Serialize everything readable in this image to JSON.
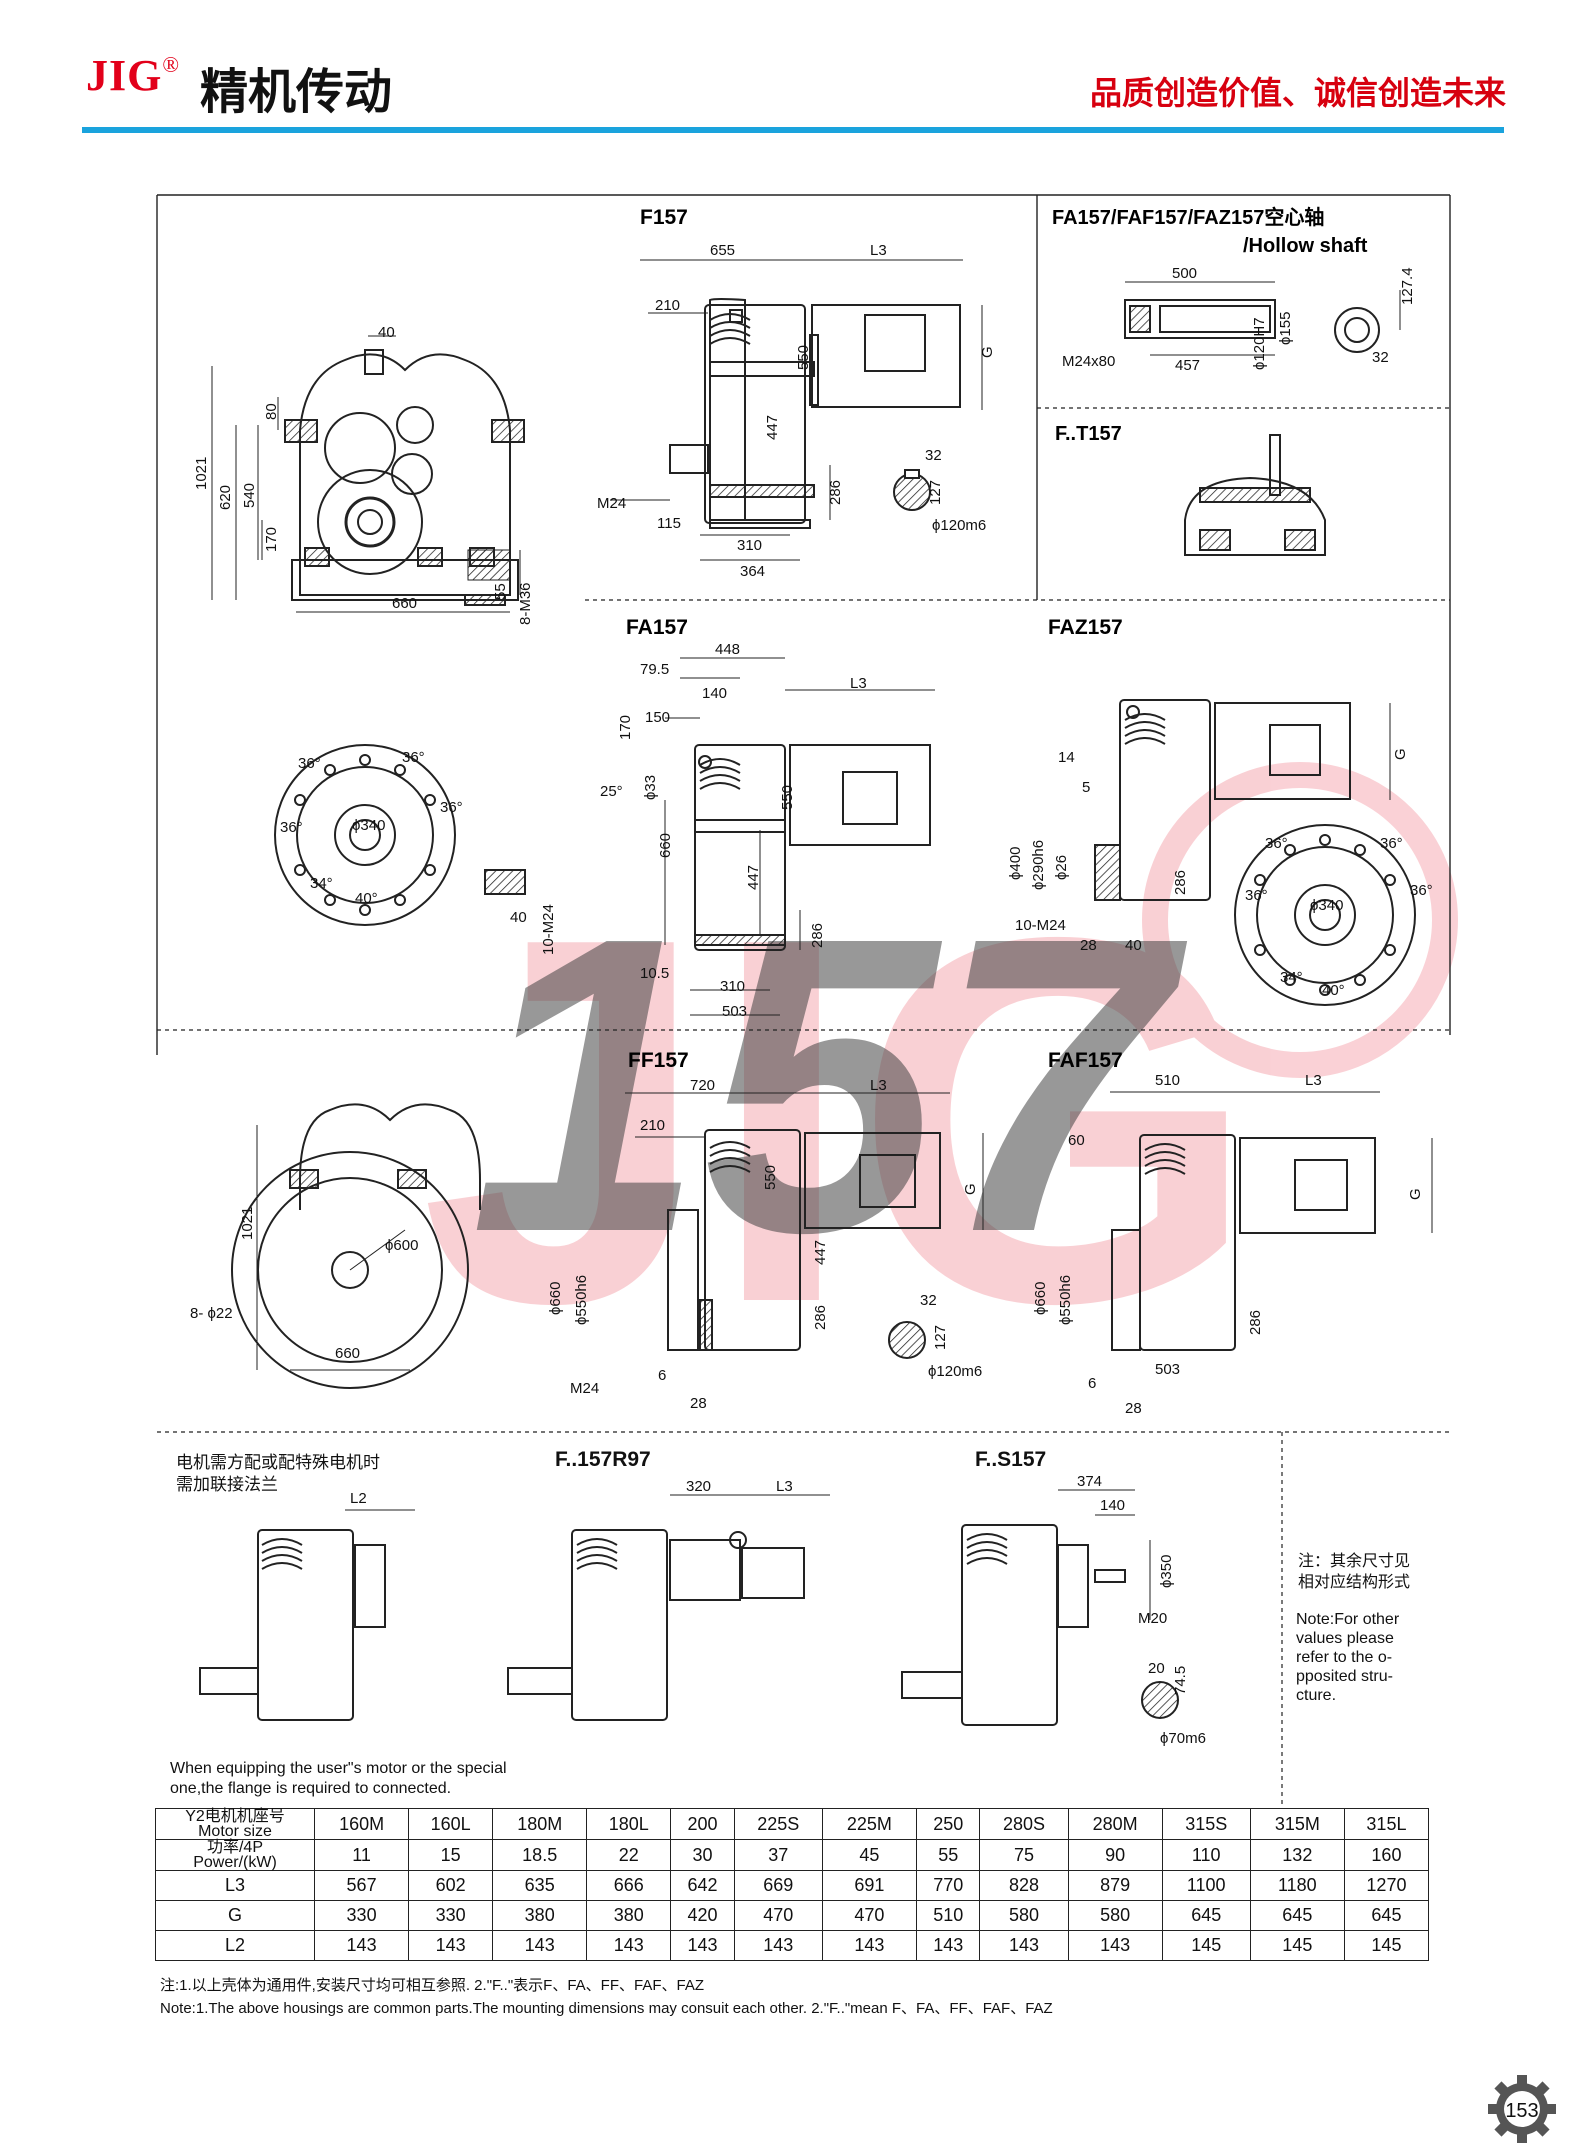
{
  "header": {
    "brand": "JIG",
    "brand_mark": "®",
    "brand_cn": "精机传动",
    "slogan": "品质创造价值、诚信创造未来"
  },
  "watermark": {
    "model": "157",
    "logo_letters": "JIG"
  },
  "views": {
    "F157": {
      "title": "F157",
      "dims": [
        "655",
        "L3",
        "210",
        "40",
        "80",
        "540",
        "620",
        "1021",
        "170",
        "660",
        "55",
        "8-M36",
        "550",
        "447",
        "286",
        "G",
        "M24",
        "115",
        "310",
        "364",
        "32",
        "127",
        "ϕ120m6"
      ]
    },
    "hollow": {
      "title": "FA157/FAF157/FAZ157空心轴",
      "subtitle": "/Hollow shaft",
      "dims": [
        "500",
        "457",
        "M24x80",
        "ϕ120H7",
        "ϕ155",
        "127.4",
        "32"
      ]
    },
    "FT157": {
      "title": "F..T157"
    },
    "FA157": {
      "title": "FA157",
      "dims": [
        "448",
        "79.5",
        "140",
        "L3",
        "150",
        "170",
        "25°",
        "ϕ33",
        "660",
        "550",
        "447",
        "286",
        "10.5",
        "310",
        "503",
        "36°",
        "34°",
        "40°",
        "ϕ340",
        "40",
        "10-M24"
      ]
    },
    "FAZ157": {
      "title": "FAZ157",
      "dims": [
        "14",
        "5",
        "ϕ400",
        "ϕ290h6",
        "ϕ26",
        "10-M24",
        "28",
        "40",
        "286",
        "G",
        "36°",
        "34°",
        "40°",
        "ϕ340"
      ]
    },
    "FF157": {
      "title": "FF157",
      "dims": [
        "720",
        "L3",
        "210",
        "550",
        "447",
        "286",
        "G",
        "ϕ660",
        "ϕ550h6",
        "M24",
        "6",
        "28",
        "32",
        "127",
        "ϕ120m6",
        "1021",
        "660",
        "8- ϕ22",
        "ϕ600"
      ]
    },
    "FAF157": {
      "title": "FAF157",
      "dims": [
        "510",
        "L3",
        "60",
        "G",
        "ϕ660",
        "ϕ550h6",
        "286",
        "503",
        "6",
        "28"
      ]
    },
    "adapter": {
      "title_line1": "电机需方配或配特殊电机时",
      "title_line2": "需加联接法兰",
      "dims": [
        "L2"
      ],
      "note_en_1": "When equipping the user\"s motor or the special",
      "note_en_2": "one,the flange is required to connected."
    },
    "FR97": {
      "title": "F..157R97",
      "dims": [
        "320",
        "L3"
      ]
    },
    "FS157": {
      "title": "F..S157",
      "dims": [
        "374",
        "140",
        "ϕ350",
        "M20",
        "20",
        "74.5",
        "ϕ70m6"
      ]
    }
  },
  "side_note": {
    "cn_1": "注：其余尺寸见",
    "cn_2": "相对应结构形式",
    "en": [
      "Note:For other",
      "values please",
      "refer to the o-",
      "pposited stru-",
      "cture."
    ]
  },
  "table": {
    "row_headers": [
      {
        "cn": "Y2电机机座号",
        "en": "Motor size"
      },
      {
        "cn": "功率/4P",
        "en": "Power/(kW)"
      },
      {
        "cn": "L3",
        "en": ""
      },
      {
        "cn": "G",
        "en": ""
      },
      {
        "cn": "L2",
        "en": ""
      }
    ],
    "columns": [
      "160M",
      "160L",
      "180M",
      "180L",
      "200",
      "225S",
      "225M",
      "250",
      "280S",
      "280M",
      "315S",
      "315M",
      "315L"
    ],
    "power": [
      "11",
      "15",
      "18.5",
      "22",
      "30",
      "37",
      "45",
      "55",
      "75",
      "90",
      "110",
      "132",
      "160"
    ],
    "L3": [
      "567",
      "602",
      "635",
      "666",
      "642",
      "669",
      "691",
      "770",
      "828",
      "879",
      "1100",
      "1180",
      "1270"
    ],
    "G": [
      "330",
      "330",
      "380",
      "380",
      "420",
      "470",
      "470",
      "510",
      "580",
      "580",
      "645",
      "645",
      "645"
    ],
    "L2": [
      "143",
      "143",
      "143",
      "143",
      "143",
      "143",
      "143",
      "143",
      "143",
      "143",
      "145",
      "145",
      "145"
    ]
  },
  "footer": {
    "note_cn": "注:1.以上壳体为通用件,安装尺寸均可相互参照.   2.\"F..\"表示F、FA、FF、FAF、FAZ",
    "note_en": "Note:1.The above housings are common parts.The mounting dimensions may consuit each other.    2.\"F..\"mean F、FA、FF、FAF、FAZ",
    "page": "153"
  }
}
